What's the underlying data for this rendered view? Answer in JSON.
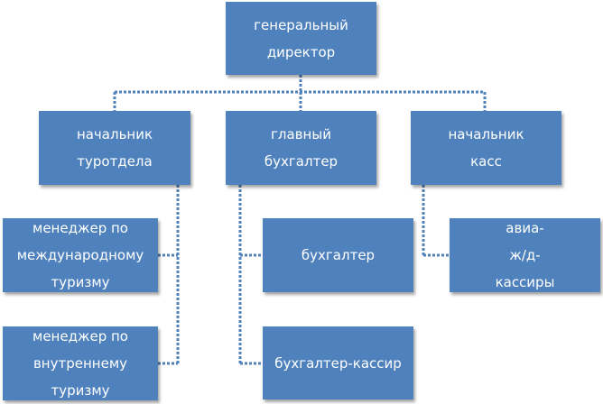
{
  "colors": {
    "box_fill": "#4f81bd",
    "box_text": "#ffffff",
    "connector": "#4f81bd"
  },
  "nodes": {
    "ceo": "генеральный\nдиректор",
    "tour_head": "начальник\nтуротдела",
    "chief_accountant": "главный\nбухгалтер",
    "cash_head": "начальник\nкасс",
    "intl_manager": "менеджер по\nмеждународному\nтуризму",
    "domestic_manager": "менеджер по\nвнутреннему\nтуризму",
    "accountant": "бухгалтер",
    "accountant_cashier": "бухгалтер-кассир",
    "ticket_cashiers": "авиа-\nж/д-\nкассиры"
  }
}
